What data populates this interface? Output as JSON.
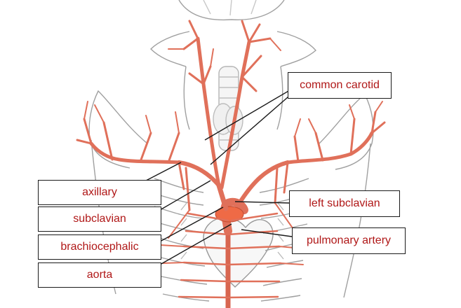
{
  "labels": {
    "common_carotid": "common carotid",
    "axillary": "axillary",
    "subclavian": "subclavian",
    "brachiocephalic": "brachiocephalic",
    "aorta": "aorta",
    "left_subclavian": "left subclavian",
    "pulmonary_artery": "pulmonary artery"
  },
  "colors": {
    "artery": "#e0705a",
    "artery_dark": "#b84a38",
    "label_text": "#b01818",
    "outline": "#9a9a9a",
    "leader": "#1a1a1a"
  }
}
